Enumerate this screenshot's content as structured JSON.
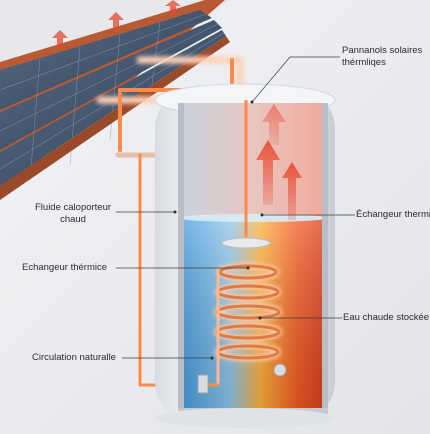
{
  "labels": {
    "solar_panels": "Pannanols solaires\nthérmliqes",
    "heat_fluid": "Fluide caloporteur\nchaud",
    "exchanger_left": "Echangeur thérmice",
    "exchanger_right": "Échangeur thermiq",
    "hot_water": "Eau chaude stockée",
    "natural_circulation": "Circulation naturalle"
  },
  "colors": {
    "pipe_hot": "#ff8a4a",
    "pipe_glow": "#ffd2b8",
    "water_cold": "#3a8fd8",
    "water_hot": "#f04a1e",
    "tank_shell": "#f3f4f6",
    "roof": "#c86a3e",
    "arrow_red": "#e8472f"
  },
  "icons": [
    "solar-panel-icon",
    "arrow-up-icon"
  ]
}
